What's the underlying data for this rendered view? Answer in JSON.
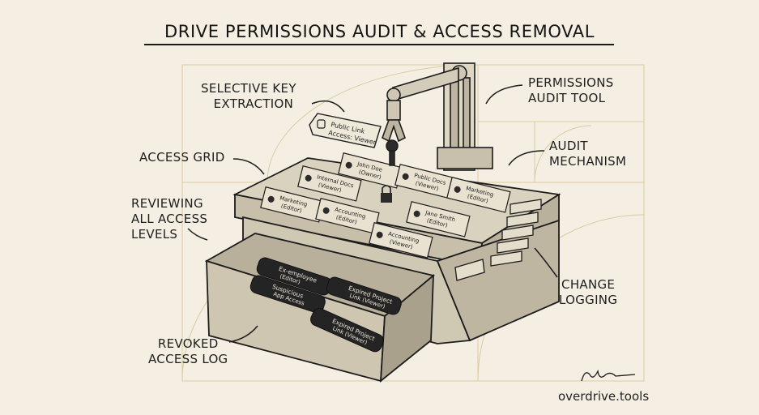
{
  "title": "DRIVE PERMISSIONS AUDIT & ACCESS REMOVAL",
  "labels": {
    "selective_key_extraction": [
      "SELECTIVE KEY",
      "EXTRACTION"
    ],
    "permissions_audit_tool": [
      "PERMISSIONS",
      "AUDIT TOOL"
    ],
    "access_grid": "ACCESS GRID",
    "audit_mechanism": [
      "AUDIT",
      "MECHANISM"
    ],
    "reviewing_all_access_levels": [
      "REVIEWING",
      "ALL ACCESS",
      "LEVELS"
    ],
    "change_logging": [
      "CHANGE",
      "LOGGING"
    ],
    "revoked_access_log": [
      "REVOKED",
      "ACCESS LOG"
    ]
  },
  "tag": {
    "line1": "Public Link",
    "line2": "Access: Viewer"
  },
  "grid_keys": [
    {
      "name": "John Doe",
      "role": "(Owner)"
    },
    {
      "name": "Public Docs",
      "role": "(Viewer)"
    },
    {
      "name": "Marketing",
      "role": "(Editor)"
    },
    {
      "name": "Internal Docs",
      "role": "(Viewer)"
    },
    {
      "name": "Marketing",
      "role": "(Editor)"
    },
    {
      "name": "Jane Smith",
      "role": "(Editor)"
    },
    {
      "name": "Accounting",
      "role": "(Editor)"
    },
    {
      "name": "Accounting",
      "role": "(Viewer)"
    }
  ],
  "revoked_keys": [
    {
      "name": "Ex-employee",
      "role": "(Editor)"
    },
    {
      "name": "Suspicious",
      "role": "App Access"
    },
    {
      "name": "Expired Project",
      "role": "Link (Viewer)"
    },
    {
      "name": "Expired Project",
      "role": "Link (Viewer)"
    }
  ],
  "footer": "overdrive.tools",
  "colors": {
    "background": "#f4efe2",
    "ink": "#1c1c1c",
    "golden_ratio_lines": "#d8c89c"
  }
}
